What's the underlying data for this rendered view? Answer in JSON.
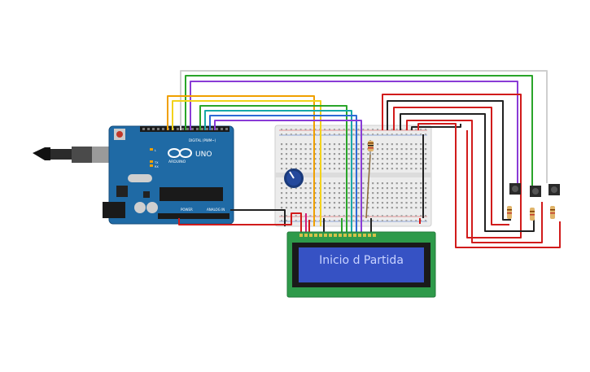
{
  "canvas": {
    "background": "#ffffff"
  },
  "arduino": {
    "board_name": "UNO",
    "brand": "ARDUINO",
    "digital_label": "DIGITAL (PWM~)",
    "power_label": "POWER",
    "analog_label": "ANALOG IN",
    "tx_label": "TX",
    "rx_label": "RX",
    "l_label": "L",
    "color": "#1f6aa5"
  },
  "lcd": {
    "text": "Inicio d Partida",
    "screen_color": "#3652c4",
    "text_color": "#c9d3ff",
    "pcb_color": "#2e9a4a"
  },
  "breadboard": {
    "color": "#ececec"
  },
  "buttons": [
    {
      "name": "button-1"
    },
    {
      "name": "button-2"
    },
    {
      "name": "button-3"
    }
  ],
  "wire_colors": {
    "red": "#d11b1b",
    "black": "#222222",
    "green": "#2aa52a",
    "blue": "#2d6ad6",
    "orange": "#f0a000",
    "yellow": "#f2d21b",
    "teal": "#18a8a8",
    "purple": "#8a3bd6",
    "gray": "#bdbdbd"
  }
}
